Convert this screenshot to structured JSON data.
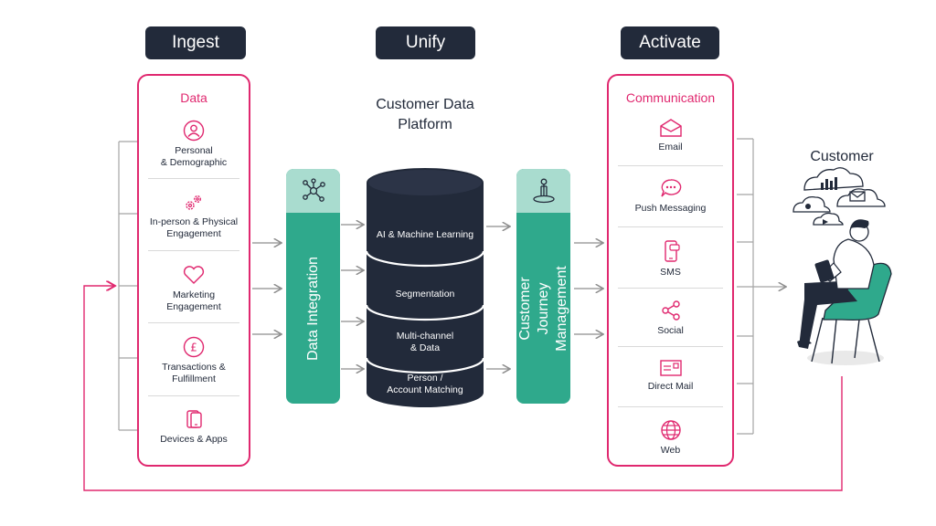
{
  "stages": {
    "ingest": "Ingest",
    "unify": "Unify",
    "activate": "Activate"
  },
  "data_panel": {
    "title": "Data",
    "items": [
      {
        "label": "Personal\n& Demographic",
        "icon": "person-circle-icon"
      },
      {
        "label": "In-person & Physical\nEngagement",
        "icon": "gears-icon"
      },
      {
        "label": "Marketing\nEngagement",
        "icon": "heart-icon"
      },
      {
        "label": "Transactions &\nFulfillment",
        "icon": "pound-coin-icon"
      },
      {
        "label": "Devices & Apps",
        "icon": "devices-icon"
      }
    ]
  },
  "integration": {
    "label": "Data Integration",
    "icon": "network-nodes-icon"
  },
  "platform": {
    "title": "Customer Data\nPlatform",
    "layers": [
      "AI & Machine Learning",
      "Segmentation",
      "Multi-channel\n& Data",
      "Person /\nAccount Matching"
    ]
  },
  "journey": {
    "label": "Customer Journey\nManagement",
    "icon": "person-pin-icon"
  },
  "communication_panel": {
    "title": "Communication",
    "items": [
      {
        "label": "Email",
        "icon": "envelope-icon"
      },
      {
        "label": "Push Messaging",
        "icon": "chat-bubble-icon"
      },
      {
        "label": "SMS",
        "icon": "phone-sms-icon"
      },
      {
        "label": "Social",
        "icon": "share-icon"
      },
      {
        "label": "Direct Mail",
        "icon": "mail-card-icon"
      },
      {
        "label": "Web",
        "icon": "globe-icon"
      }
    ]
  },
  "customer": {
    "title": "Customer",
    "illustration": "person-in-chair-with-tablet-illustration"
  },
  "colors": {
    "navy": "#222a3a",
    "pink": "#e0286f",
    "teal": "#2fa98c",
    "teal_light": "#a9dccf",
    "line_gray": "#a5a5a5"
  }
}
